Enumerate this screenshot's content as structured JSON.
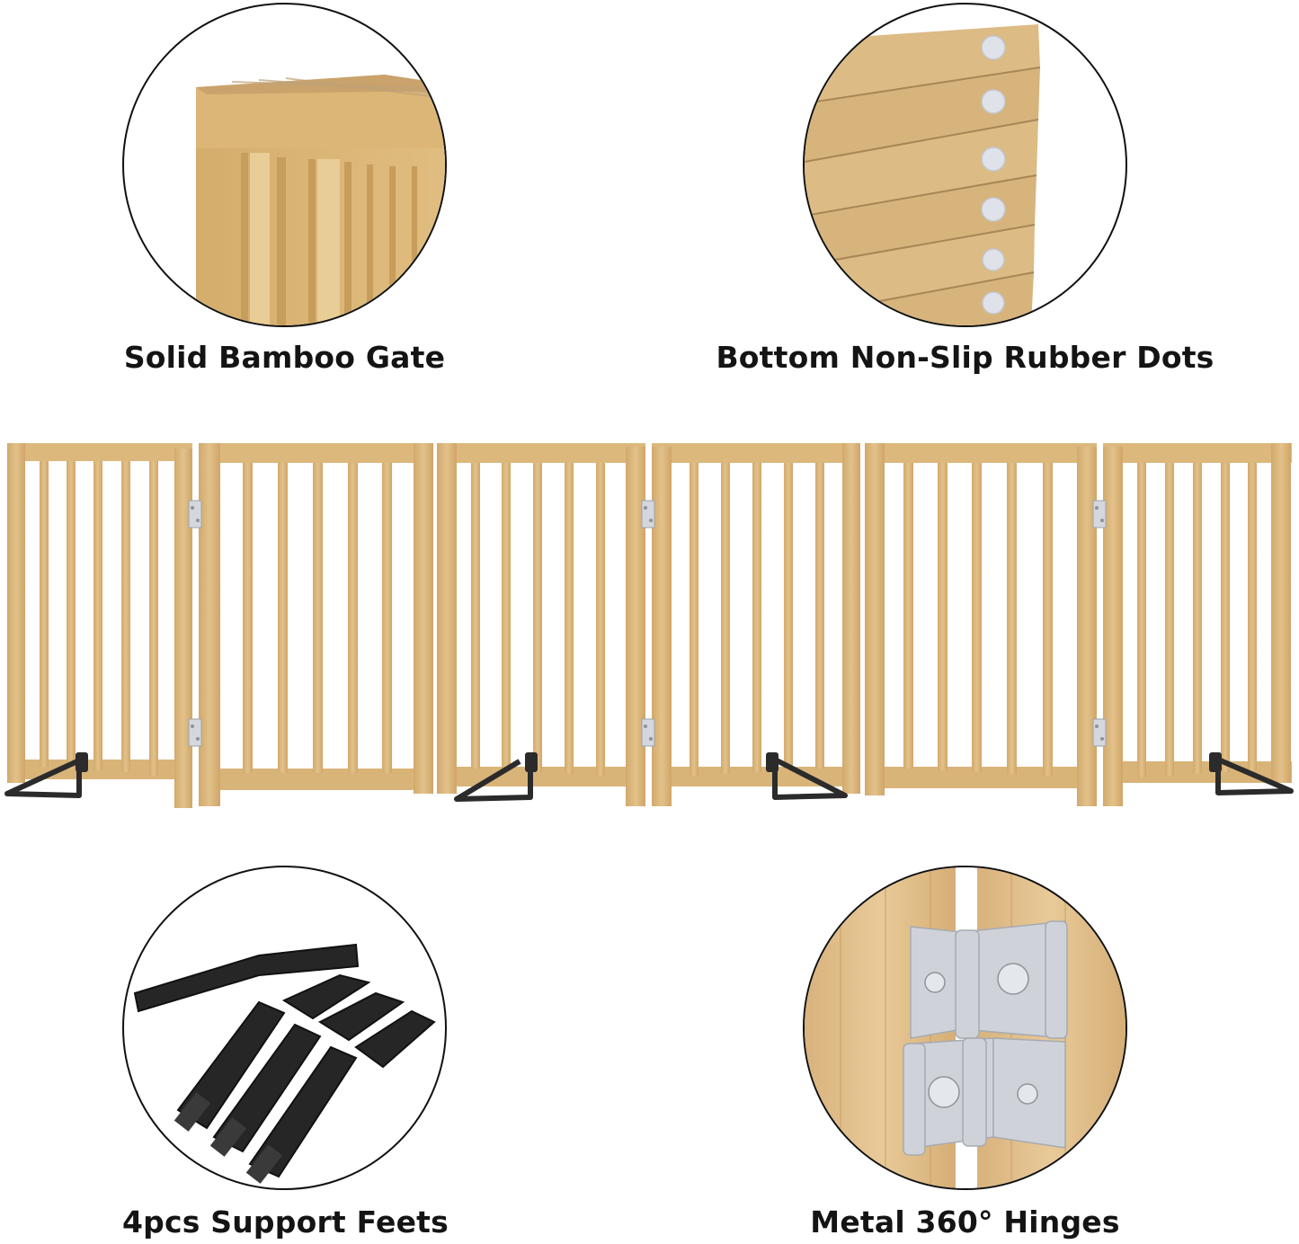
{
  "features": [
    {
      "id": "bamboo",
      "caption": "Solid Bamboo Gate",
      "icon": "bamboo-wood-closeup"
    },
    {
      "id": "rubber-dots",
      "caption": "Bottom Non-Slip Rubber Dots",
      "icon": "rubber-dot-closeup"
    },
    {
      "id": "support-feet",
      "caption": "4pcs Support Feets",
      "icon": "support-feet-closeup"
    },
    {
      "id": "hinges",
      "caption": "Metal 360° Hinges",
      "icon": "hinge-closeup"
    }
  ],
  "product": {
    "panels": 6,
    "hinges_per_joint": 2,
    "support_feet_visible": 4
  },
  "colors": {
    "wood": "#d9b57c",
    "wood_light": "#e6c794",
    "wood_dark": "#b8905a",
    "feet": "#2b2b2b",
    "hinge": "#c9ccd1",
    "rubber_dot": "#d8dce2",
    "text": "#141414"
  }
}
